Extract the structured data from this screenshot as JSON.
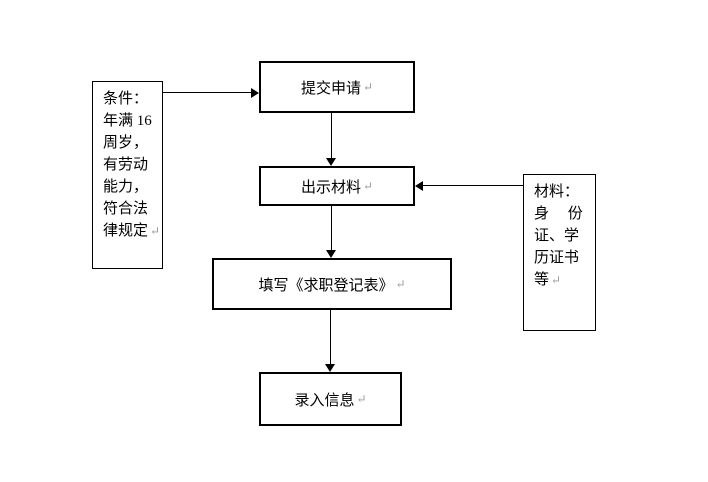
{
  "diagram": {
    "type": "flowchart",
    "flow_boxes": [
      "提交申请",
      "出示材料",
      "填写《求职登记表》",
      "录入信息"
    ],
    "left_note": {
      "text": "条件：年满 16 周岁，有劳动能力，符合法律规定",
      "lines": [
        "条件：",
        "年满 16",
        "周岁，",
        "有劳动",
        "能力，",
        "符合法",
        "律规定"
      ]
    },
    "right_note": {
      "text": "材料：身份证、学历证书等",
      "lines": [
        "材料：",
        "身　 份",
        "证、学",
        "历证书",
        "等"
      ]
    },
    "marks": {
      "return": "↵"
    },
    "colors": {
      "line": "#000000",
      "background": "#ffffff",
      "paragraph_mark": "#9b9b9b"
    }
  }
}
